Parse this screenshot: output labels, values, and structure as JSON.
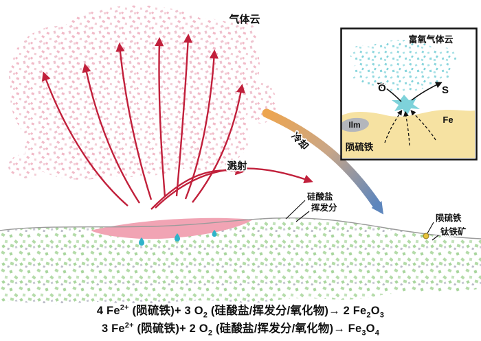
{
  "figure": {
    "gas_cloud_label": "气体云",
    "splash_label": "溅射",
    "cooling_label": "冷却",
    "silicate_label": "硅酸盐",
    "volatiles_label": "挥发分",
    "troilite_label": "陨硫铁",
    "ilmenite_label": "钛铁矿"
  },
  "inset": {
    "title": "富氧气体云",
    "o_label": "O",
    "s_label": "S",
    "ilm_label": "Ilm",
    "fe_label": "Fe",
    "troilite_label": "陨硫铁"
  },
  "equations": {
    "eq1_html": "4 Fe<sup>2+</sup> (陨硫铁)+ 3 O<sub>2</sub> (硅酸盐/挥发分/氧化物)→ 2 Fe<sub>2</sub>O<sub>3</sub>",
    "eq2_html": "3 Fe<sup>2+</sup> (陨硫铁)+ 2 O<sub>2</sub> (硅酸盐/挥发分/氧化物)→ Fe<sub>3</sub>O<sub>4</sub>"
  },
  "colors": {
    "ejecta_arrow_red": "#c1203b",
    "cloud_pink": "#f0bcc9",
    "regolith_green": "#b2da9f",
    "melt_pink": "#f1a4b4",
    "droplet_cyan": "#2fb3c9",
    "inset_yellow": "#f6e2a2",
    "inset_cyan": "#7ed2da",
    "cooling_warm": "#eda54f",
    "cooling_cold": "#5d86bd",
    "troilite_dot_yellow": "#e6c23c"
  }
}
